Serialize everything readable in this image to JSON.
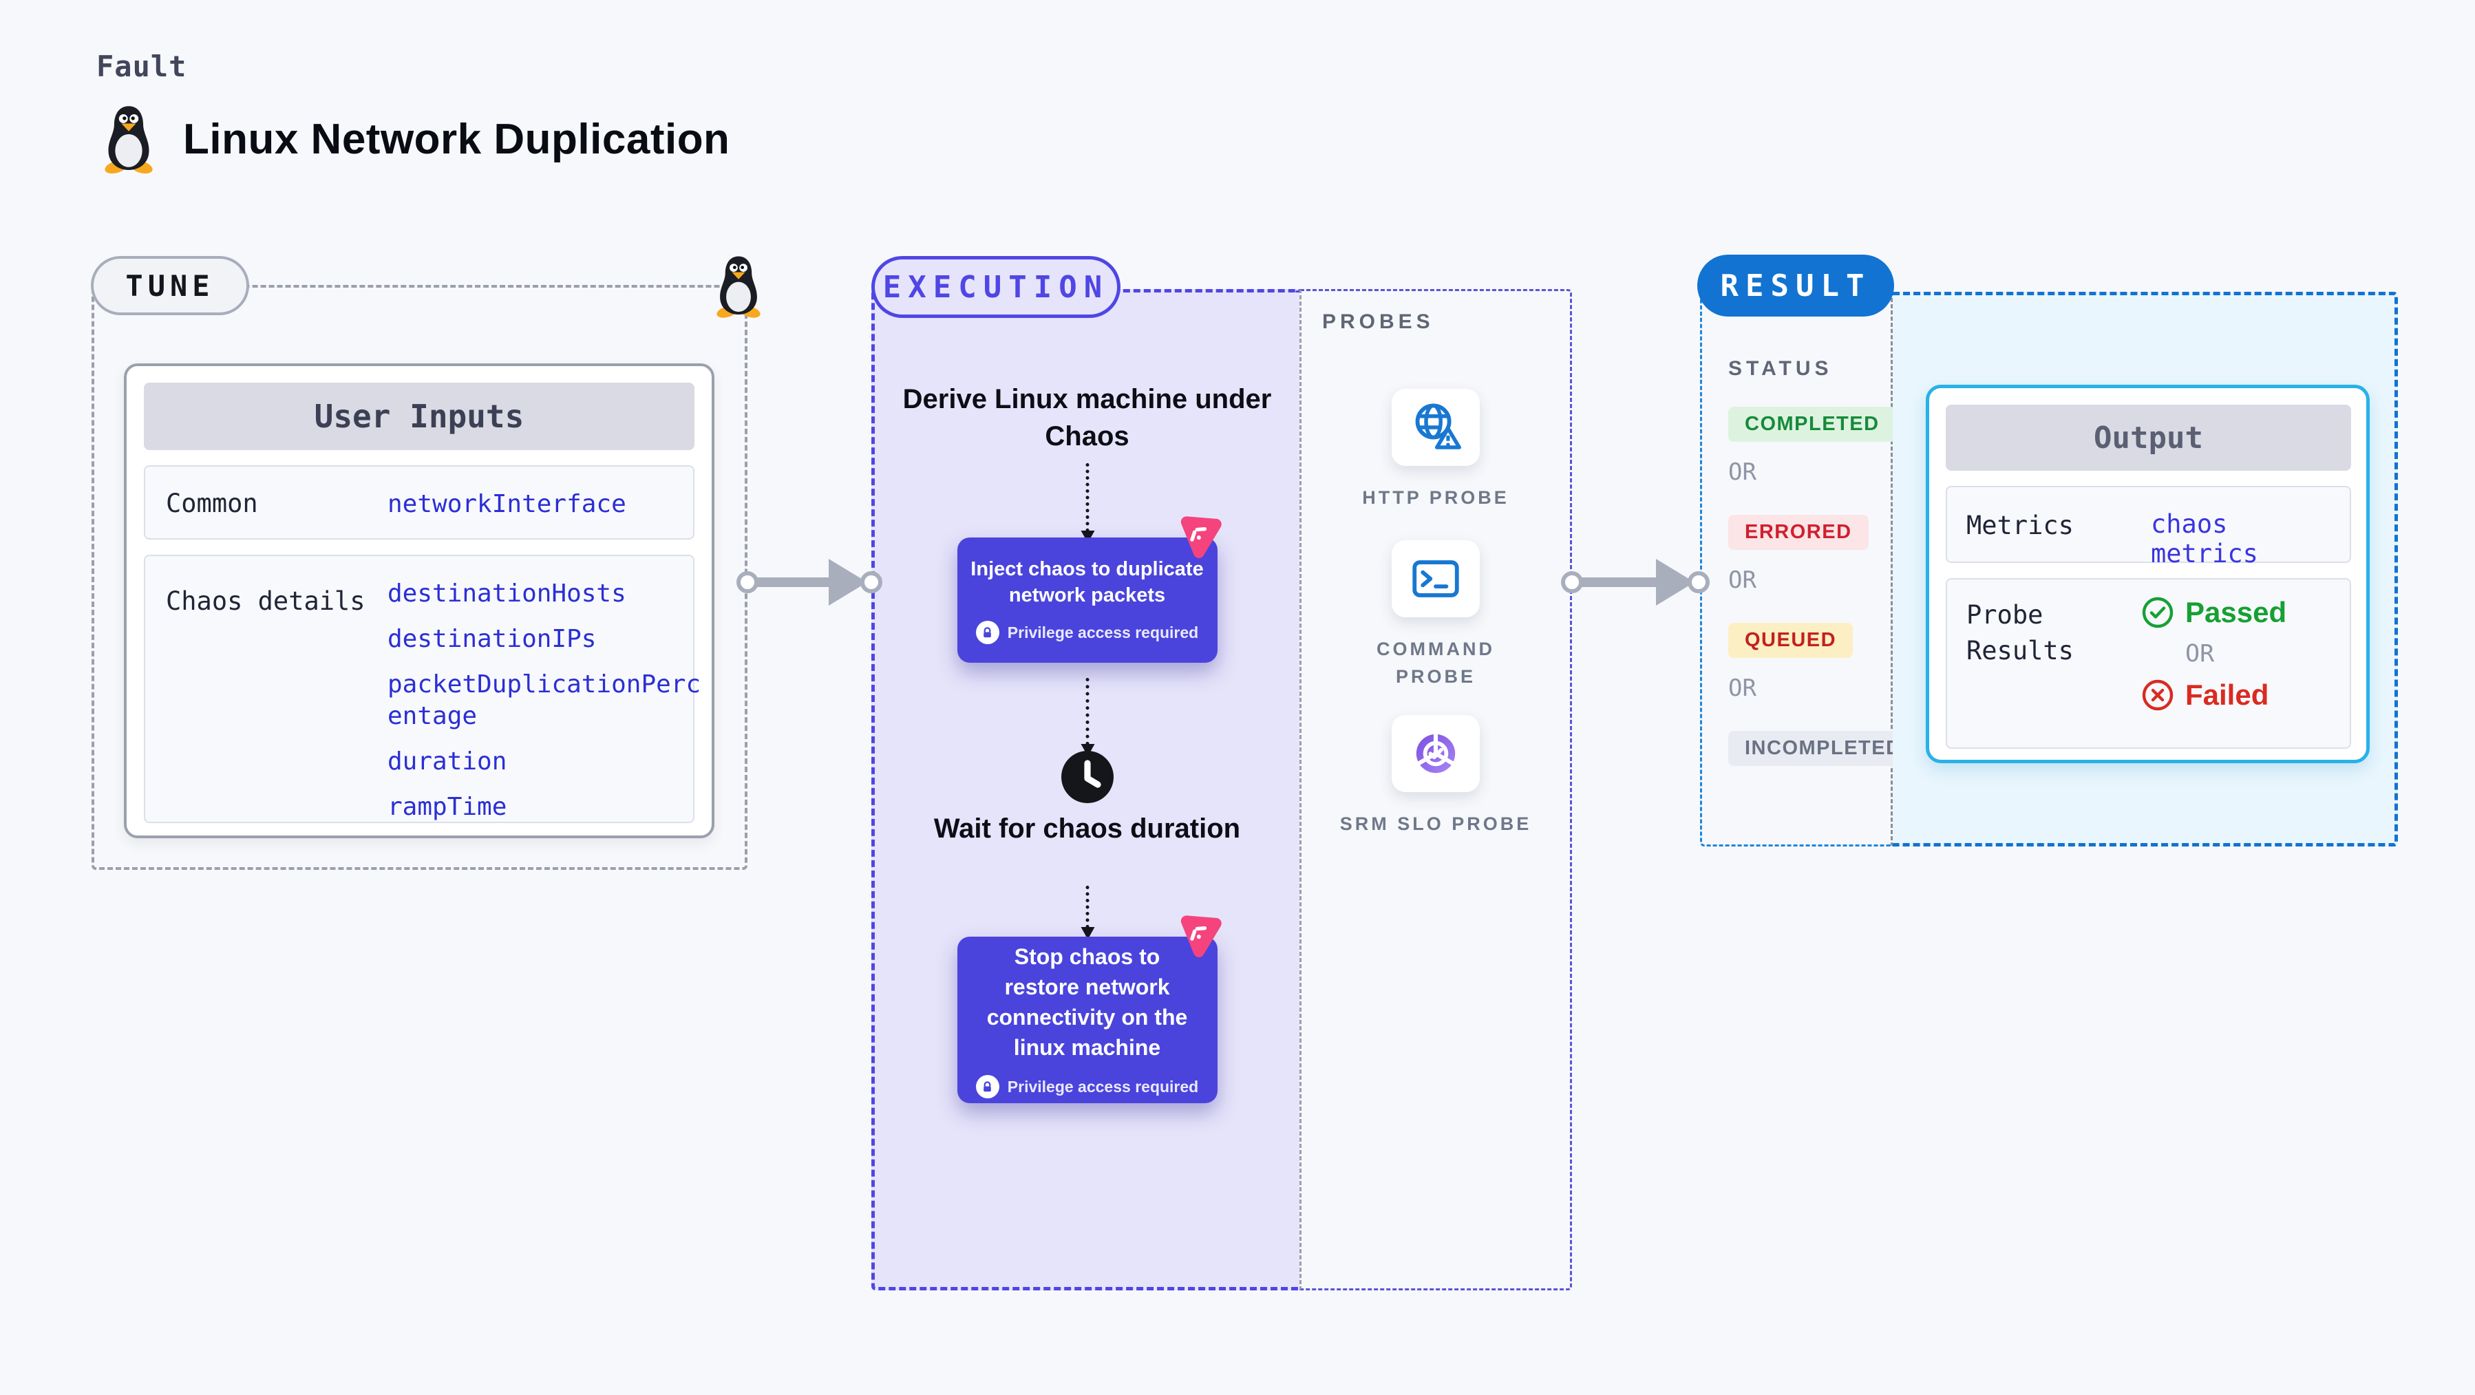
{
  "header": {
    "category_label": "Fault",
    "title": "Linux Network Duplication",
    "title_icon": "tux-penguin-icon"
  },
  "tune": {
    "badge_label": "TUNE",
    "corner_icon": "tux-penguin-icon",
    "user_inputs": {
      "header": "User Inputs",
      "rows": [
        {
          "label": "Common",
          "values": [
            "networkInterface"
          ]
        },
        {
          "label": "Chaos details",
          "values": [
            "destinationHosts",
            "destinationIPs",
            "packetDuplicationPercentage",
            "duration",
            "rampTime"
          ]
        }
      ]
    }
  },
  "execution": {
    "badge_label": "EXECUTION",
    "flow": {
      "step1": "Derive Linux machine under Chaos",
      "node1": {
        "title": "Inject chaos to duplicate network packets",
        "note": "Privilege access required"
      },
      "step2": "Wait for chaos duration",
      "node2": {
        "title": "Stop chaos to restore network connectivity on the linux machine",
        "note": "Privilege access required"
      }
    }
  },
  "probes": {
    "section_label": "PROBES",
    "items": [
      {
        "label": "HTTP PROBE",
        "icon": "globe-alert-icon"
      },
      {
        "label": "COMMAND PROBE",
        "icon": "terminal-icon"
      },
      {
        "label": "SRM SLO PROBE",
        "icon": "slo-donut-check-icon"
      }
    ]
  },
  "result": {
    "badge_label": "RESULT",
    "status": {
      "label": "STATUS",
      "or_label": "OR",
      "badges": [
        {
          "label": "COMPLETED",
          "bg": "#ddf3e0",
          "color": "#178a3a"
        },
        {
          "label": "ERRORED",
          "bg": "#fbe5e6",
          "color": "#cf2030"
        },
        {
          "label": "QUEUED",
          "bg": "#fcefc4",
          "color": "#c32020"
        },
        {
          "label": "INCOMPLETED",
          "bg": "#e9ebf2",
          "color": "#6a7183"
        }
      ]
    },
    "output": {
      "header": "Output",
      "metrics_label": "Metrics",
      "metrics_value": "chaos metrics",
      "probe_label": "Probe Results",
      "passed_label": "Passed",
      "or_label": "OR",
      "failed_label": "Failed"
    }
  },
  "colors": {
    "indigo": "#4f46e5",
    "lavender_bg": "#e6e4fa",
    "node_purple": "#4a44dc",
    "result_blue": "#1273d2",
    "result_bg": "#e9f6fd",
    "output_border": "#29b1e8",
    "link_blue": "#2b2fd4",
    "green": "#16a034",
    "red": "#d92b21",
    "pink": "#f5437e",
    "probe_blue": "#1878d1",
    "gray_dash": "#9aa0ab"
  }
}
